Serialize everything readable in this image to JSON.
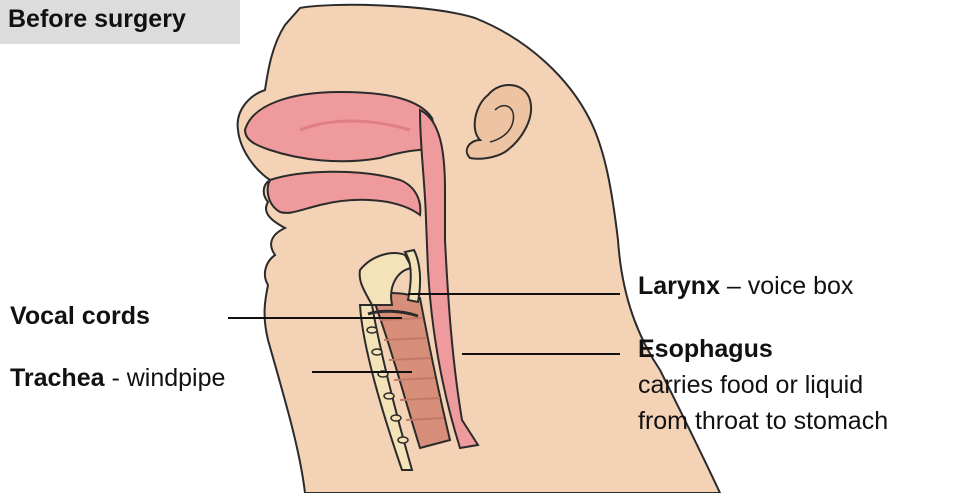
{
  "title": "Before surgery",
  "labels": {
    "larynx": {
      "name": "Larynx",
      "separator": " – ",
      "desc": "voice box"
    },
    "vocal_cords": {
      "name": "Vocal cords"
    },
    "esophagus": {
      "name": "Esophagus",
      "desc_line1": "carries food or liquid",
      "desc_line2": "from throat to stomach"
    },
    "trachea": {
      "name": "Trachea",
      "separator": " - ",
      "desc": "windpipe"
    }
  },
  "colors": {
    "skin": "#f3d2b6",
    "skin_stroke": "#2b2b2b",
    "airway": "#ef9a9c",
    "airway_dark": "#e07f82",
    "cartilage": "#f4e2b8",
    "trachea_fill": "#d88f7a",
    "leader_line": "#111111"
  }
}
